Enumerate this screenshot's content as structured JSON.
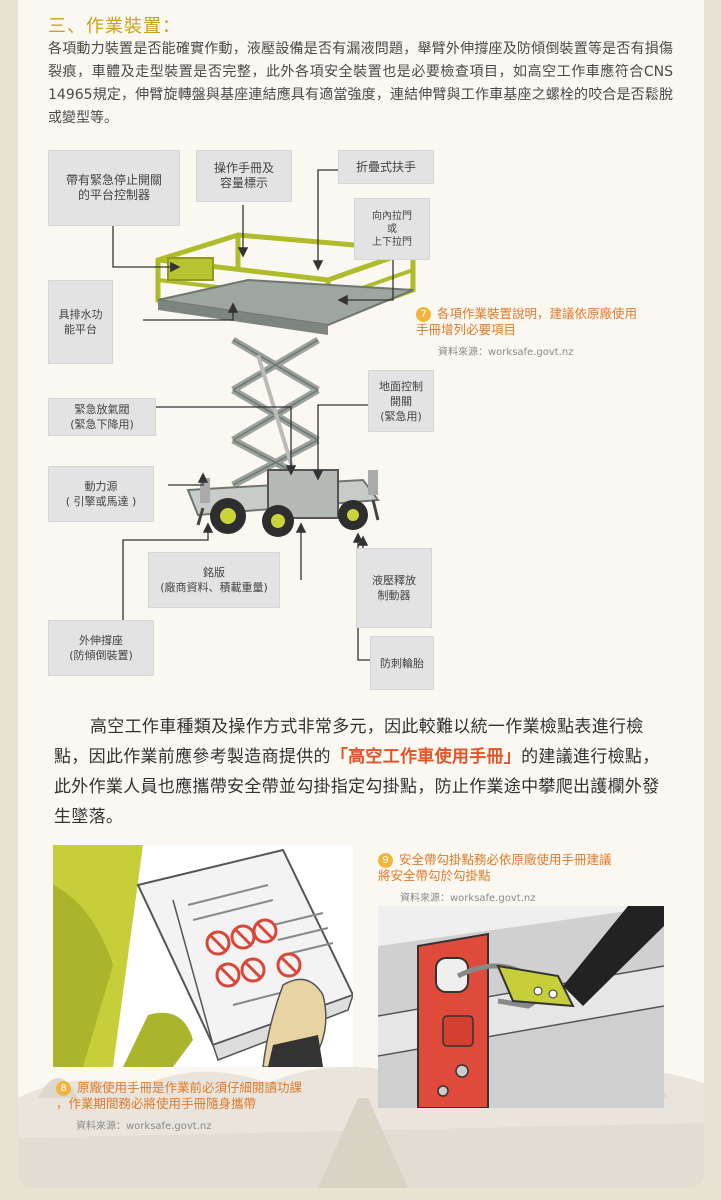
{
  "section": {
    "title": "三、作業裝置：",
    "intro": "各項動力裝置是否能確實作動，液壓設備是否有漏液問題，舉臂外伸撐座及防傾倒裝置等是否有損傷裂痕，車體及走型裝置是否完整，此外各項安全裝置也是必要檢查項目，如高空工作車應符合CNS 14965規定，伸臂旋轉盤與基座連結應具有適當強度，連結伸臂與工作車基座之螺栓的咬合是否鬆脫或變型等。"
  },
  "diagram": {
    "labels": {
      "emergency_stop": "帶有緊急停止開關\n的平台控制器",
      "manual": "操作手冊及\n容量標示",
      "handrail": "折疊式扶手",
      "gate": "向內拉門\n或\n上下拉門",
      "drain_platform": "具排水功\n能平台",
      "ground_control": "地面控制\n開關\n(緊急用)",
      "emergency_valve": "緊急放氣閥\n(緊急下降用)",
      "power": "動力源\n( 引擎或馬達 )",
      "nameplate": "銘版\n(廠商資料、積載重量)",
      "hydraulic_brake": "液壓釋放\n制動器",
      "outrigger": "外伸撐座\n(防傾倒裝置)",
      "tire": "防刺輪胎"
    },
    "caption_num": "7",
    "caption": "各項作業裝置說明，建議依原廠使用\n手冊增列必要項目",
    "source": "資料來源：worksafe.govt.nz"
  },
  "body": {
    "para_before": "高空工作車種類及操作方式非常多元，因此較難以統一作業檢點表進行檢點，因此作業前應參考製造商提供的",
    "para_highlight": "「高空工作車使用手冊」",
    "para_after": "的建議進行檢點，此外作業人員也應攜帶安全帶並勾掛指定勾掛點，防止作業途中攀爬出護欄外發生墜落。"
  },
  "figure8": {
    "num": "8",
    "caption": "原廠使用手冊是作業前必須仔細閱讀功課\n，作業期間務必將使用手冊隨身攜帶",
    "source": "資料來源：worksafe.govt.nz"
  },
  "figure9": {
    "num": "9",
    "caption": "安全帶勾掛點務必依原廠使用手冊建議\n將安全帶勾於勾掛點",
    "source": "資料來源：worksafe.govt.nz"
  },
  "colors": {
    "title": "#c8a21a",
    "highlight": "#e0542a",
    "caption": "#e07a2a",
    "number_badge": "#f0b53c",
    "lift_platform": "#c9d43a"
  }
}
